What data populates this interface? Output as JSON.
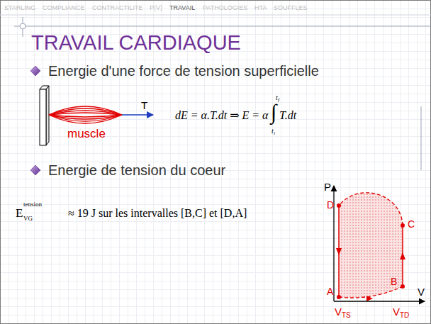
{
  "diagram": {
    "title": "TRAVAIL CARDIAQUE",
    "labels": [
      "STARLING",
      "COMPLIANCE",
      "CONTRACTILITE",
      "P(V)",
      "TRAVAIL",
      "PATHOLOGIES",
      "HTA",
      "SOUFFLES",
      "Energie d'une force de tension superficielle",
      "T",
      "muscle",
      "dE = α.T.dt ⇒ E = α",
      "∫",
      "T.dt",
      "t",
      "f",
      "t",
      "i",
      "Energie de tension du coeur",
      "E",
      "tension",
      "VG",
      "≈ 19 J sur les intervalles [B,C] et [D,A]",
      "P",
      "V",
      "D",
      "C",
      "B",
      "A",
      "V",
      "TS",
      "V",
      "TD"
    ]
  }
}
